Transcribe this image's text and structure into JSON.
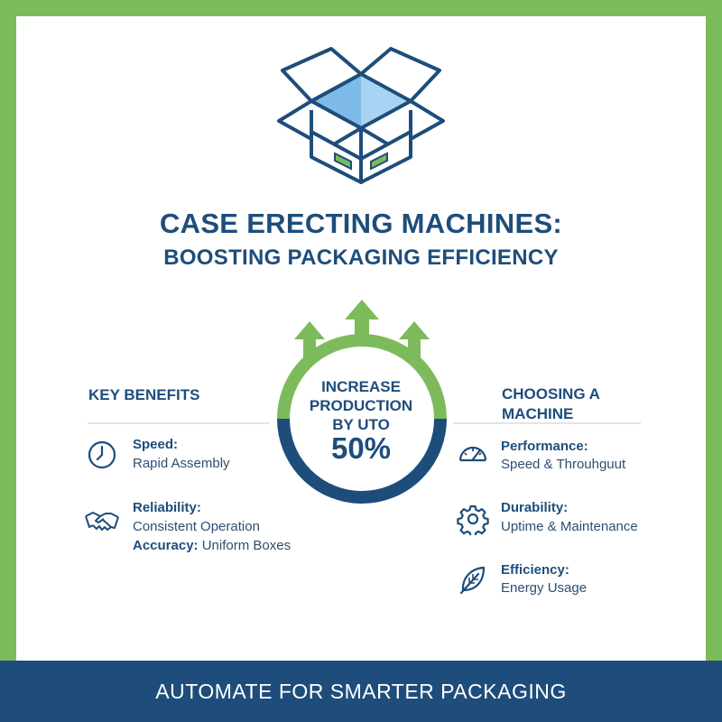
{
  "title": {
    "line1": "CASE ERECTING MACHINES:",
    "line2": "BOOSTING PACKAGING EFFICIENCY"
  },
  "hero": {
    "icon": "open-box-icon",
    "increase_text_line1": "INCREASE",
    "increase_text_line2": "PRODUCTION",
    "increase_text_line3": "BY UTO",
    "percent": "50%"
  },
  "key_benefits": {
    "heading": "KEY BENEFITS",
    "items": [
      {
        "icon": "clock-icon",
        "title": "Speed:",
        "desc": "Rapid Assembly"
      },
      {
        "icon": "handshake-icon",
        "title": "Reliability:",
        "desc": "Consistent Operation",
        "extra_title": "Accuracy:",
        "extra_desc": " Uniform Boxes"
      }
    ]
  },
  "choosing": {
    "heading_line1": "CHOOSING A",
    "heading_line2": "MACHINE",
    "items": [
      {
        "icon": "speedometer-icon",
        "title": "Performance:",
        "desc": "Speed & Throuhguut"
      },
      {
        "icon": "gear-icon",
        "title": "Durability:",
        "desc": "Uptime & Maintenance"
      },
      {
        "icon": "leaf-icon",
        "title": "Efficiency:",
        "desc": "Energy Usage"
      }
    ]
  },
  "footer": {
    "text": "AUTOMATE FOR SMARTER PACKAGING"
  },
  "colors": {
    "navy": "#1e4d7b",
    "green": "#7dba5c",
    "box_fill": "#7fbbe8"
  }
}
